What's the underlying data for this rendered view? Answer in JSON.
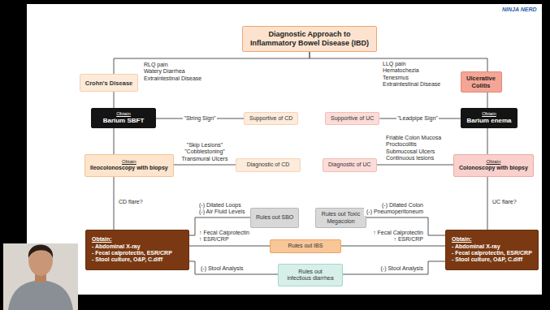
{
  "diagram": {
    "nodes": [
      {
        "text": [
          "Diagnostic Approach to Inflammatory Bowel Disease (IBD)"
        ]
      },
      {
        "text": [
          "Crohn's Disease"
        ]
      },
      {
        "text": [
          "Ulcerative Colitis"
        ]
      },
      {
        "text": [
          "Obtain",
          "Barium SBFT"
        ]
      },
      {
        "text": [
          "Supportive of CD"
        ]
      },
      {
        "text": [
          "Supportive of UC"
        ]
      },
      {
        "text": [
          "Obtain",
          "Barium enema"
        ]
      },
      {
        "text": [
          "Obtain",
          "Ileocolonoscopy with biopsy"
        ]
      },
      {
        "text": [
          "Diagnostic of CD"
        ]
      },
      {
        "text": [
          "Diagnostic of UC"
        ]
      },
      {
        "text": [
          "Obtain",
          "Colonoscopy with biopsy"
        ]
      },
      {
        "text": [
          "Rules out SBO"
        ]
      },
      {
        "text": [
          "Rules out Toxic Megacolon"
        ]
      },
      {
        "text": [
          "Obtain:",
          "- Abdominal X-ray",
          "- Fecal calprotectin, ESR/CRP",
          "- Stool culture, O&P, C.diff"
        ]
      },
      {
        "text": [
          "Rules out IBS"
        ]
      },
      {
        "text": [
          "Obtain:",
          "- Abdominal X-ray",
          "- Fecal calprotectin, ESR/CRP",
          "- Stool culture, O&P, C.diff"
        ]
      },
      {
        "text": [
          "Rules out infectious diarrhea"
        ]
      }
    ],
    "edges": [
      {
        "from": 0,
        "to": 1,
        "arrow": "none",
        "label": "RLQ pain Watery Diarrhea Extraintestinal Disease"
      },
      {
        "from": 0,
        "to": 2,
        "arrow": "none",
        "label": "LLQ pain Hematochezia Tenesmus Extraintestinal Disease"
      },
      {
        "from": 1,
        "to": 3,
        "arrow": "none"
      },
      {
        "from": 2,
        "to": 6,
        "arrow": "none"
      },
      {
        "from": 3,
        "to": 4,
        "arrow": "none",
        "label": "\"String Sign\""
      },
      {
        "from": 6,
        "to": 5,
        "arrow": "none",
        "label": "\"Leadpipe Sign\""
      },
      {
        "from": 3,
        "to": 7,
        "arrow": "none"
      },
      {
        "from": 6,
        "to": 10,
        "arrow": "none"
      },
      {
        "from": 7,
        "to": 8,
        "arrow": "none",
        "label": "\"Skip Lesions\" \"Cobblestoning\" Transmural Ulcers"
      },
      {
        "from": 10,
        "to": 9,
        "arrow": "none",
        "label": "Friable Colon Mucosa Proctocolitis Submucosal Ulcers Continuous lesions"
      },
      {
        "from": 7,
        "to": 13,
        "arrow": "none",
        "label": "CD flare?"
      },
      {
        "from": 10,
        "to": 15,
        "arrow": "none",
        "label": "UC flare?"
      },
      {
        "from": 13,
        "to": 11,
        "arrow": "none",
        "label": "(-) Dilated Loops (-) Air Fluid Levels"
      },
      {
        "from": 15,
        "to": 12,
        "arrow": "none",
        "label": "(-) Dilated Colon (-) Pneumoperitoneum"
      },
      {
        "from": 13,
        "to": 14,
        "arrow": "none",
        "label": "↑ Fecal Calprotectin ↑ ESR/CRP"
      },
      {
        "from": 15,
        "to": 14,
        "arrow": "none",
        "label": "↑ Fecal Calprotectin ↑ ESR/CRP"
      },
      {
        "from": 13,
        "to": 16,
        "arrow": "none",
        "label": "(-) Stool Analysis"
      },
      {
        "from": 15,
        "to": 16,
        "arrow": "none",
        "label": "(-) Stool Analysis"
      }
    ],
    "labels": [
      "NINJA NERD"
    ]
  }
}
